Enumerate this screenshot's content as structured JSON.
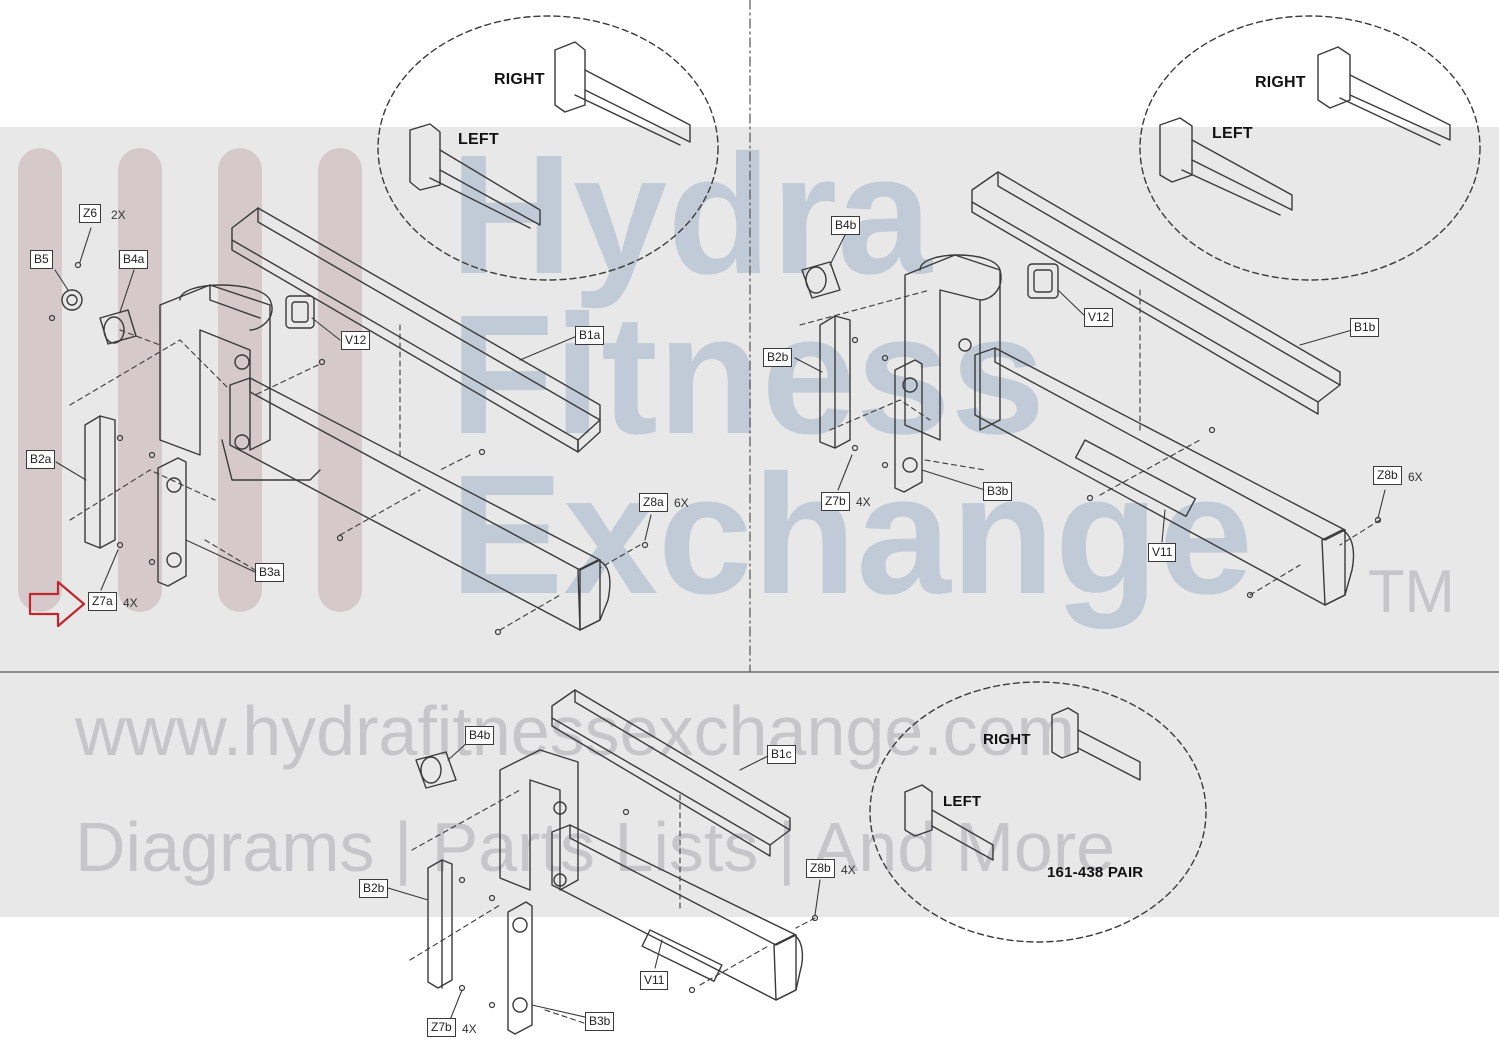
{
  "watermark": {
    "brand_words": [
      "Hydra",
      "Fitness",
      "Exchange"
    ],
    "trademark": "TM",
    "url": "www.hydrafitnessexchange.com",
    "tagline": "Diagrams | Parts Lists | And More"
  },
  "panels": {
    "top_left": {
      "callouts": {
        "right": "RIGHT",
        "left": "LEFT"
      },
      "labels": {
        "z6": "Z6",
        "b5": "B5",
        "b4a": "B4a",
        "v12": "V12",
        "b1a": "B1a",
        "b2a": "B2a",
        "b3a": "B3a",
        "z8a": "Z8a",
        "z7a": "Z7a"
      },
      "quantities": {
        "z6": "2X",
        "z8a": "6X",
        "z7a": "4X"
      }
    },
    "top_right": {
      "callouts": {
        "right": "RIGHT",
        "left": "LEFT"
      },
      "labels": {
        "b4b": "B4b",
        "v12": "V12",
        "b1b": "B1b",
        "b2b": "B2b",
        "z7b": "Z7b",
        "b3b": "B3b",
        "v11": "V11",
        "z8b": "Z8b"
      },
      "quantities": {
        "z7b": "4X",
        "z8b": "6X"
      }
    },
    "bottom": {
      "callouts": {
        "right": "RIGHT",
        "left": "LEFT",
        "pair": "161-438 PAIR"
      },
      "labels": {
        "b4b": "B4b",
        "b1c": "B1c",
        "z8b": "Z8b",
        "b2b": "B2b",
        "v11": "V11",
        "z7b": "Z7b",
        "b3b": "B3b"
      },
      "quantities": {
        "z8b": "4X",
        "z7b": "4X"
      }
    }
  },
  "colors": {
    "line": "#3a3a3a",
    "band": "#e8e8e8",
    "watermark_blue": "#a0b2c8",
    "highlight_arrow": "#c0272d"
  }
}
